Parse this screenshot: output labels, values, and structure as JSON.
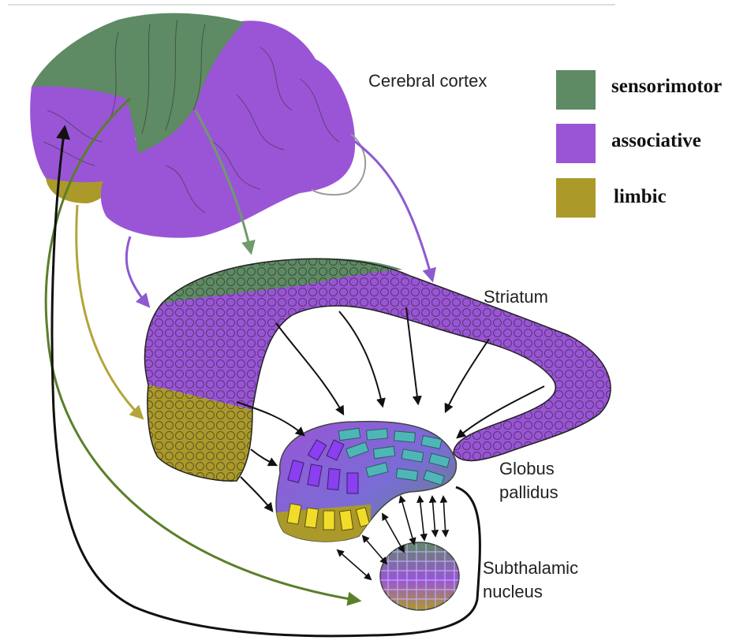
{
  "labels": {
    "cortex": "Cerebral cortex",
    "striatum": "Striatum",
    "globus_line1": "Globus",
    "globus_line2": "pallidus",
    "stn_line1": "Subthalamic",
    "stn_line2": "nucleus"
  },
  "legend": [
    {
      "key": "sensorimotor",
      "label": "sensorimotor",
      "color": "#5e8a64"
    },
    {
      "key": "associative",
      "label": "associative",
      "color": "#9a55d6"
    },
    {
      "key": "limbic",
      "label": "limbic",
      "color": "#ab9a2a"
    }
  ],
  "colors": {
    "sensorimotor": "#5e8a64",
    "associative": "#9a55d6",
    "limbic": "#ab9a2a",
    "limbic_bright": "#f1dc2a",
    "pallidus_tile": "#4fb6b8",
    "cortical_arrow": "#8d5ad0",
    "motor_arrow": "#5a7f2a",
    "limbic_arrow": "#b3a53a",
    "outline": "#111111"
  }
}
